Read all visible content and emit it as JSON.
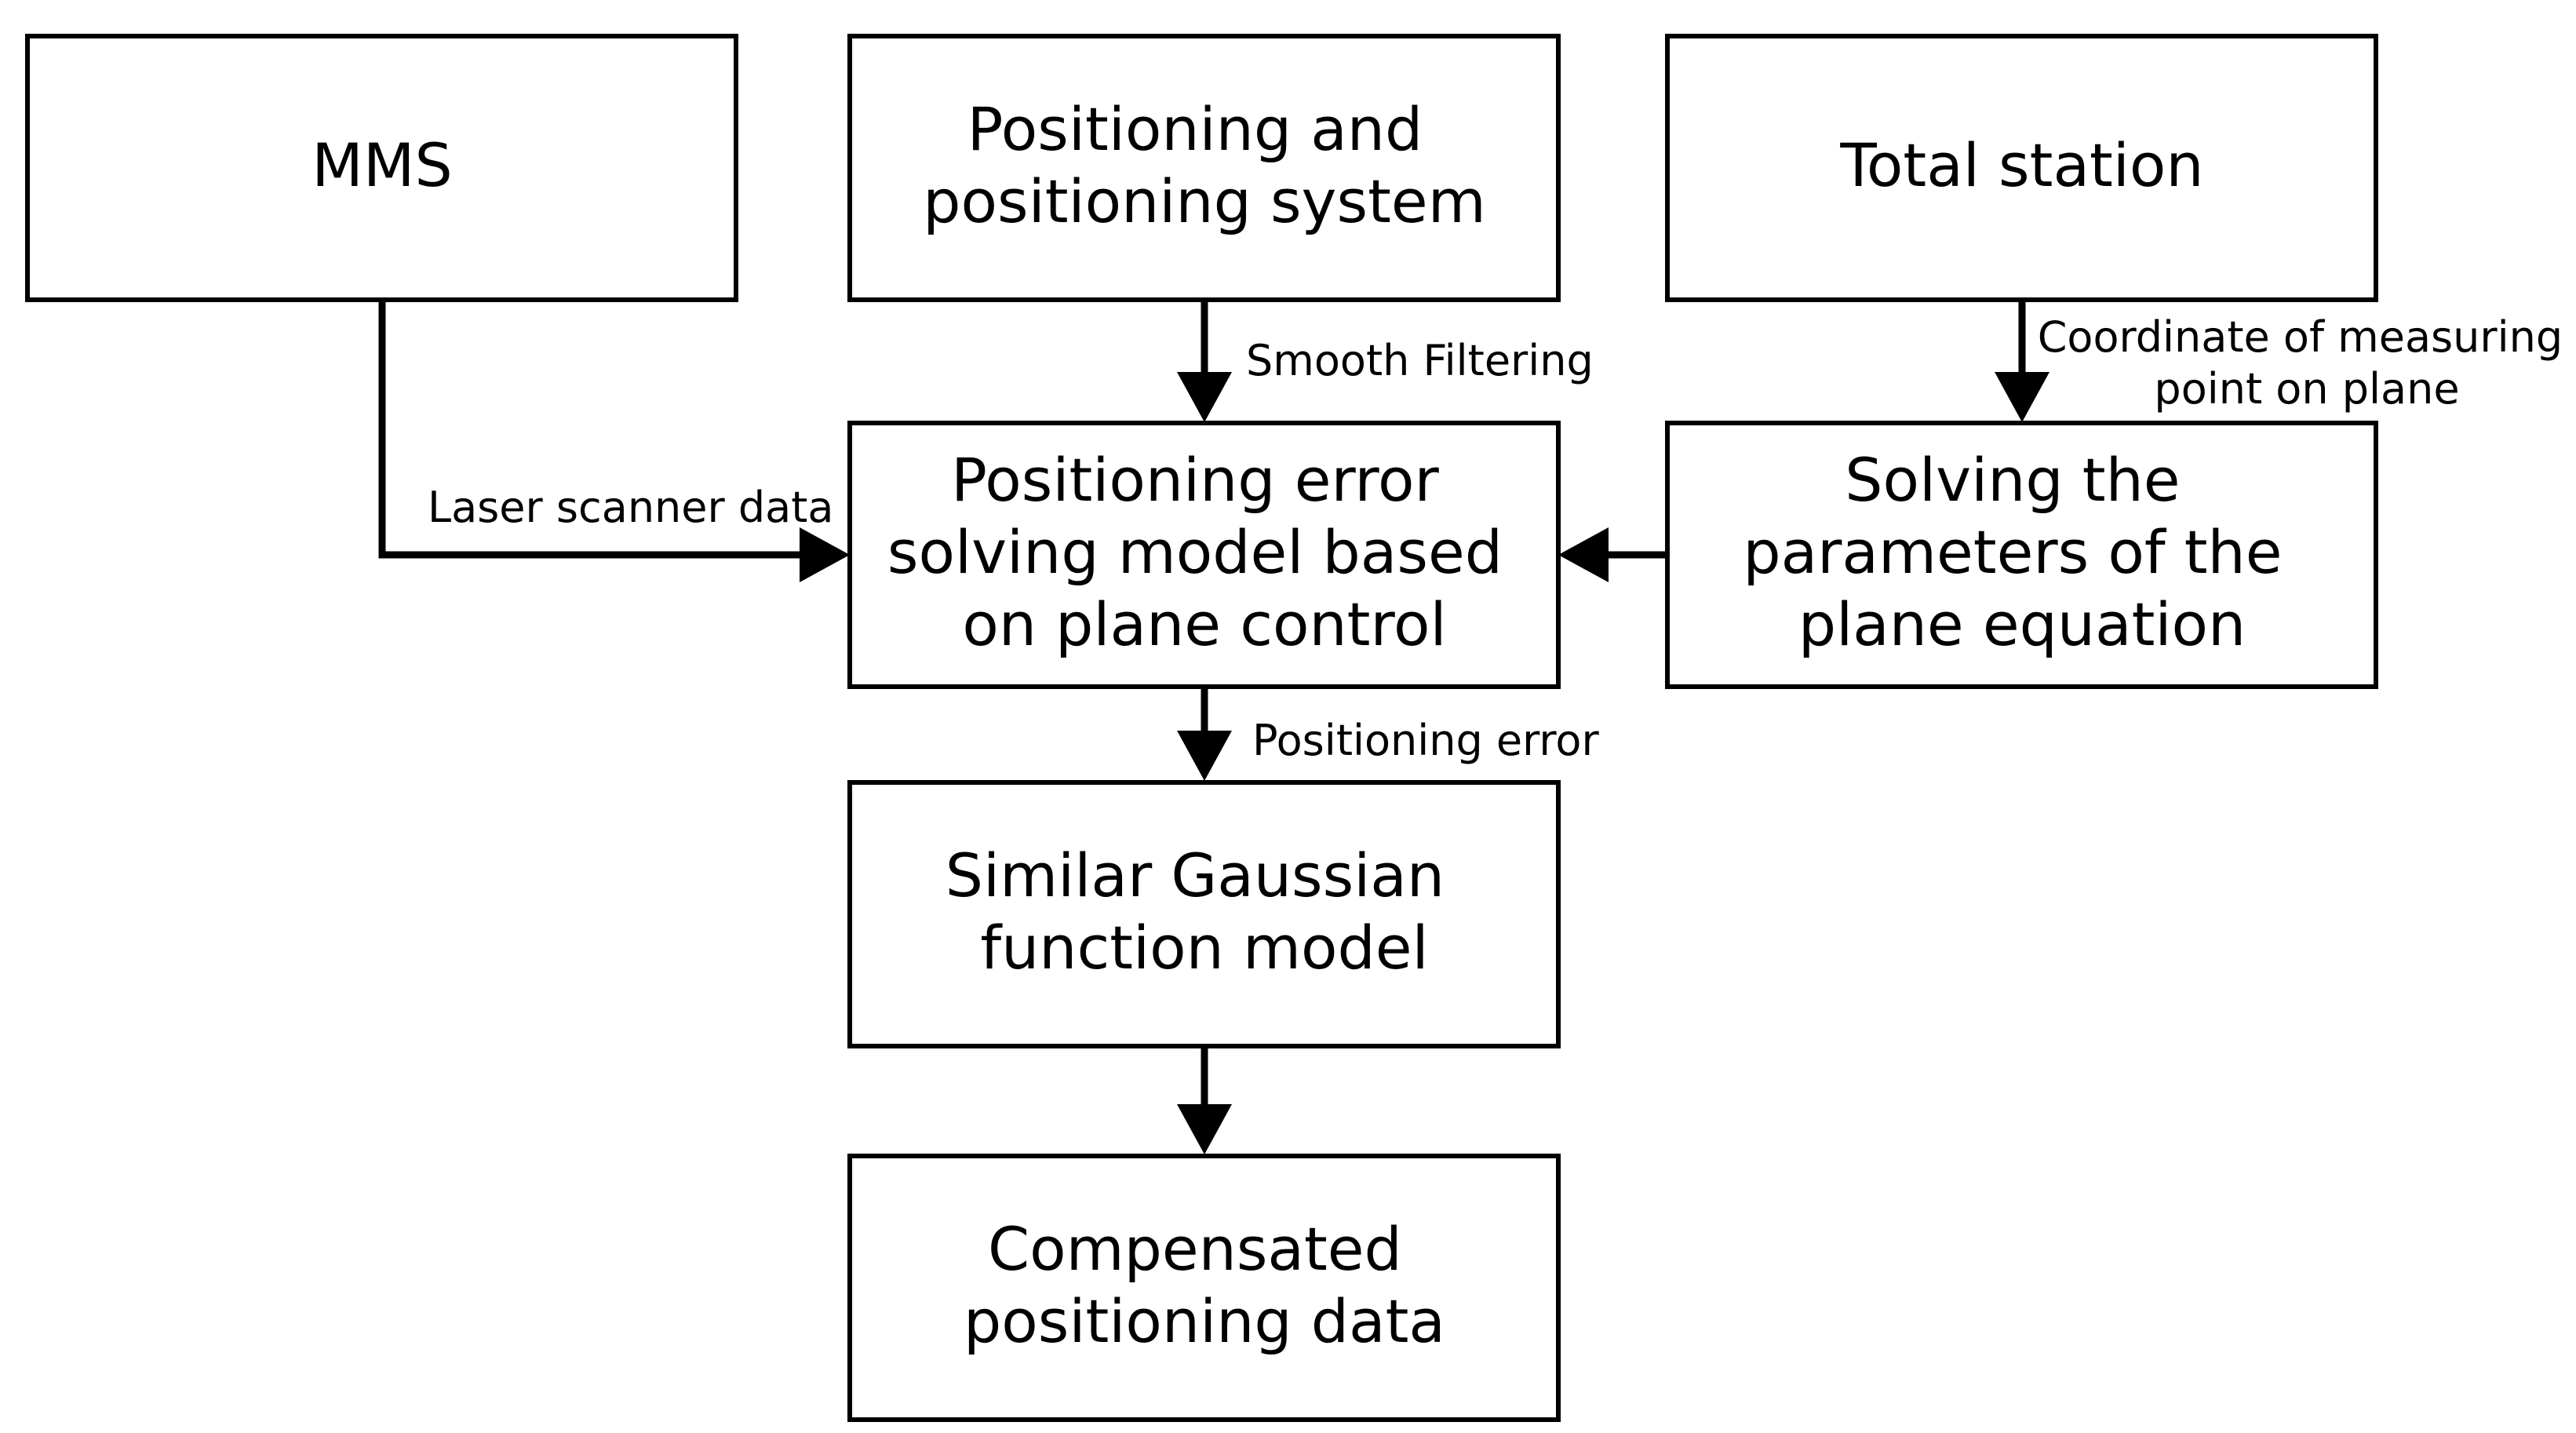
{
  "nodes": {
    "mms": {
      "lines": [
        "MMS"
      ]
    },
    "positioning_system": {
      "lines": [
        "Positioning and",
        "positioning system"
      ]
    },
    "total_station": {
      "lines": [
        "Total station"
      ]
    },
    "error_model": {
      "lines": [
        "Positioning error",
        "solving model based",
        "on plane control"
      ]
    },
    "plane_params": {
      "lines": [
        "Solving the",
        "parameters of the",
        "plane equation"
      ]
    },
    "gaussian_model": {
      "lines": [
        "Similar Gaussian",
        "function model"
      ]
    },
    "compensated_data": {
      "lines": [
        "Compensated",
        "positioning data"
      ]
    }
  },
  "edges": {
    "smooth_filtering": {
      "lines": [
        "Smooth Filtering"
      ]
    },
    "laser_scanner_data": {
      "lines": [
        "Laser scanner data"
      ]
    },
    "coordinate_points": {
      "lines": [
        "Coordinate of measuring",
        "point on plane"
      ]
    },
    "positioning_error": {
      "lines": [
        "Positioning error"
      ]
    }
  }
}
